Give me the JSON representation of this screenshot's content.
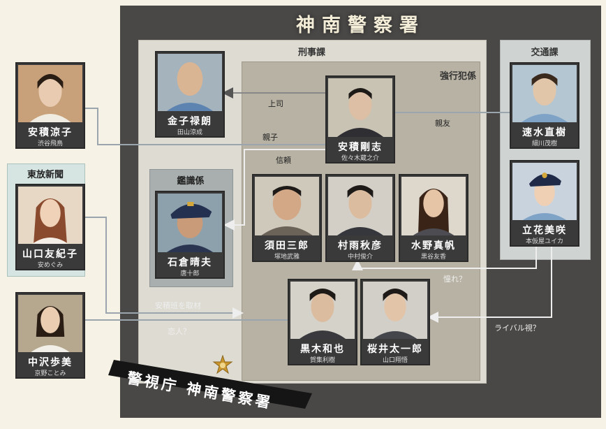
{
  "title": "神南警察署",
  "units": {
    "criminal": "刑事課",
    "robbery": "強行犯係",
    "traffic": "交通課",
    "forensics": "鑑識係",
    "newspaper": "東放新聞"
  },
  "people": [
    {
      "key": "azumi_ryoko",
      "name": "安積涼子",
      "actor": "渋谷飛鳥",
      "bg": "#c8a17a"
    },
    {
      "key": "kaneko",
      "name": "金子禄朗",
      "actor": "田山涼成",
      "bg": "#a5b3bd"
    },
    {
      "key": "azumi_takeshi",
      "name": "安積剛志",
      "actor": "佐々木蔵之介",
      "bg": "#c9c3b4"
    },
    {
      "key": "hayami",
      "name": "速水直樹",
      "actor": "細川茂樹",
      "bg": "#b4c6d2"
    },
    {
      "key": "yamaguchi",
      "name": "山口友紀子",
      "actor": "安めぐみ",
      "bg": "#e6d8c4"
    },
    {
      "key": "ishikura",
      "name": "石倉晴夫",
      "actor": "唐十郎",
      "bg": "#8da1ac"
    },
    {
      "key": "suda",
      "name": "須田三郎",
      "actor": "塚地武雅",
      "bg": "#cfc9bb"
    },
    {
      "key": "murasame",
      "name": "村雨秋彦",
      "actor": "中村俊介",
      "bg": "#d3cfc6"
    },
    {
      "key": "mizuno",
      "name": "水野真帆",
      "actor": "黒谷友香",
      "bg": "#ddd7cc"
    },
    {
      "key": "tachibana",
      "name": "立花美咲",
      "actor": "本仮屋ユイカ",
      "bg": "#c9d3de"
    },
    {
      "key": "nakazawa",
      "name": "中沢歩美",
      "actor": "京野ことみ",
      "bg": "#b6a88e"
    },
    {
      "key": "kuroki",
      "name": "黒木和也",
      "actor": "賀集利樹",
      "bg": "#d5d2ca"
    },
    {
      "key": "sakurai",
      "name": "桜井太一郎",
      "actor": "山口翔悟",
      "bg": "#d2cfc8"
    }
  ],
  "relations": {
    "boss": "上司",
    "parent": "親子",
    "friend": "親友",
    "trust": "信頼",
    "coverage": "安積班を取材",
    "lover": "恋人？",
    "admire": "憧れ？",
    "rival": "ライバル視？"
  },
  "banner": "警視庁 神南警察署",
  "colors": {
    "board": "#4a4846",
    "criminal_bg": "#dddbd2",
    "robbery_bg": "#b7b2a3",
    "card": "#3a3a3a",
    "badge": "#c9962e"
  }
}
